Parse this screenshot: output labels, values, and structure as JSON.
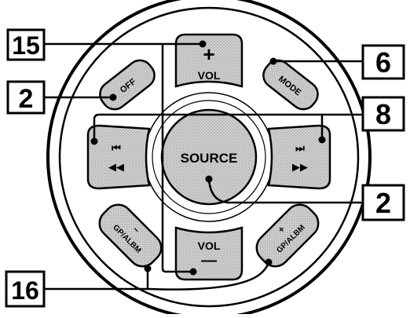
{
  "remote": {
    "buttons": {
      "off": "OFF",
      "mode": "MODE",
      "vol_up_symbol": "+",
      "vol_up": "VOL",
      "vol_down": "VOL",
      "vol_down_symbol": "—",
      "source": "SOURCE",
      "group_album_down": "GP/ALBM",
      "group_album_down_symbol": "–",
      "group_album_up": "GP/ALBM",
      "group_album_up_symbol": "+",
      "prev_track_symbol": "⏮",
      "rewind_symbol": "◀◀",
      "next_track_symbol": "⏭",
      "fast_forward_symbol": "▶▶"
    }
  },
  "callouts": {
    "vol_buttons": "15",
    "off_button": "2",
    "mode_button": "6",
    "seek_buttons": "8",
    "source_button": "2",
    "group_album_buttons": "16"
  },
  "colors": {
    "outline": "#000000",
    "button_fill": "#c9c9c9",
    "ring_fill": "#ffffff",
    "callout_fill": "#ffffff"
  }
}
